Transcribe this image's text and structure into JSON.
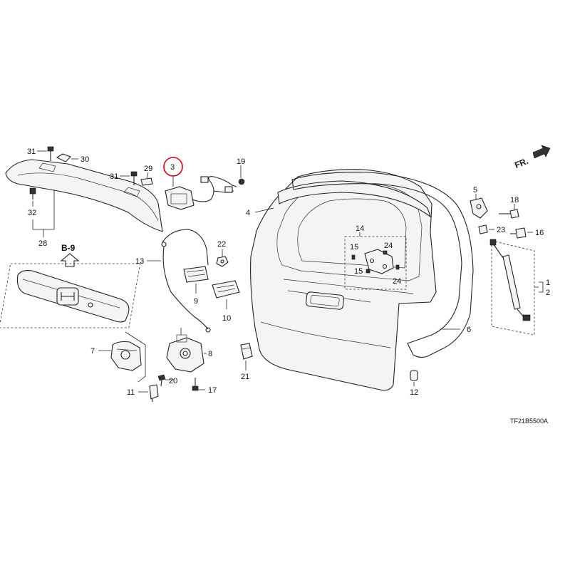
{
  "part_labels": {
    "p1": "1",
    "p2": "2",
    "p3": "3",
    "p4": "4",
    "p5": "5",
    "p6": "6",
    "p7": "7",
    "p8": "8",
    "p9": "9",
    "p10": "10",
    "p11": "11",
    "p12": "12",
    "p13": "13",
    "p14": "14",
    "p15a": "15",
    "p15b": "15",
    "p16": "16",
    "p17": "17",
    "p18": "18",
    "p19": "19",
    "p20": "20",
    "p21": "21",
    "p22": "22",
    "p23": "23",
    "p24a": "24",
    "p24b": "24",
    "p28": "28",
    "p29": "29",
    "p30": "30",
    "p31a": "31",
    "p31b": "31",
    "p32": "32"
  },
  "reference_label": "B-9",
  "direction_label": "FR.",
  "diagram_code": "TF21B5500A",
  "highlight_color": "#d0021b"
}
